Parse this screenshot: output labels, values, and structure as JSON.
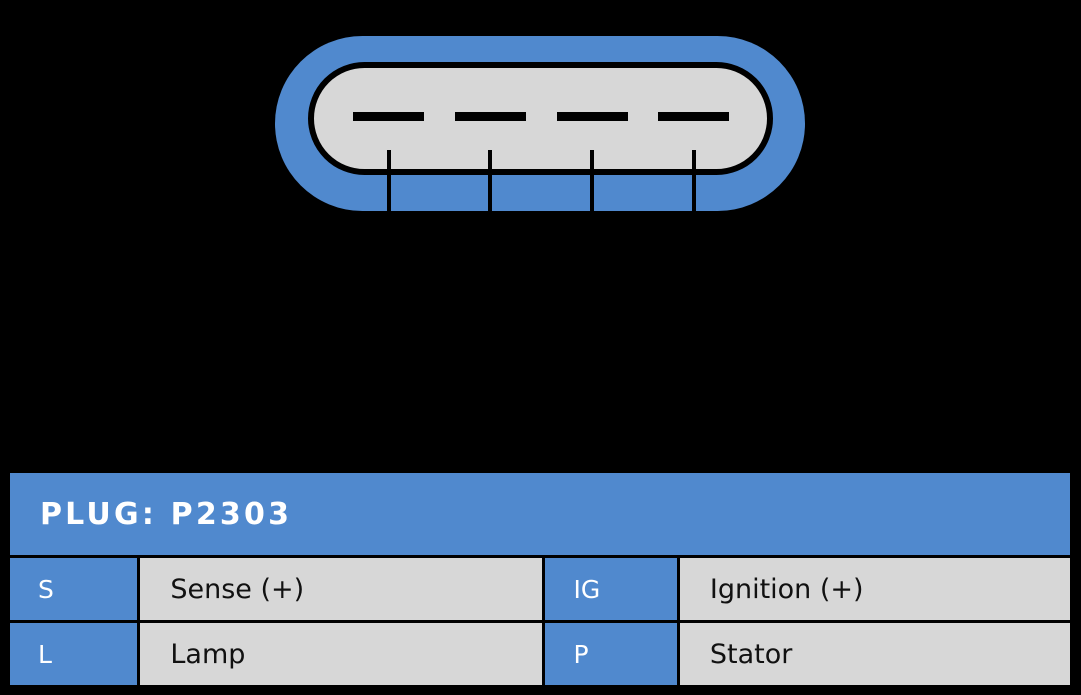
{
  "colors": {
    "background": "#000000",
    "accent_blue": "#5089CE",
    "body_gray": "#D7D7D7",
    "outline_black": "#000000",
    "label_white": "#FFFFFF"
  },
  "connector": {
    "name": "connector-illustration",
    "shell_shape": "rounded-rectangle",
    "body_shape": "rounded-rectangle",
    "pin_slot_count": 4,
    "leader_line_count": 4,
    "pin_slots": [
      "slot-1",
      "slot-2",
      "slot-3",
      "slot-4"
    ]
  },
  "table": {
    "header": {
      "label": "PLUG: P2303"
    },
    "rows": [
      {
        "pin_a": "S",
        "desc_a": "Sense (+)",
        "pin_b": "IG",
        "desc_b": "Ignition (+)"
      },
      {
        "pin_a": "L",
        "desc_a": "Lamp",
        "pin_b": "P",
        "desc_b": "Stator"
      }
    ]
  }
}
